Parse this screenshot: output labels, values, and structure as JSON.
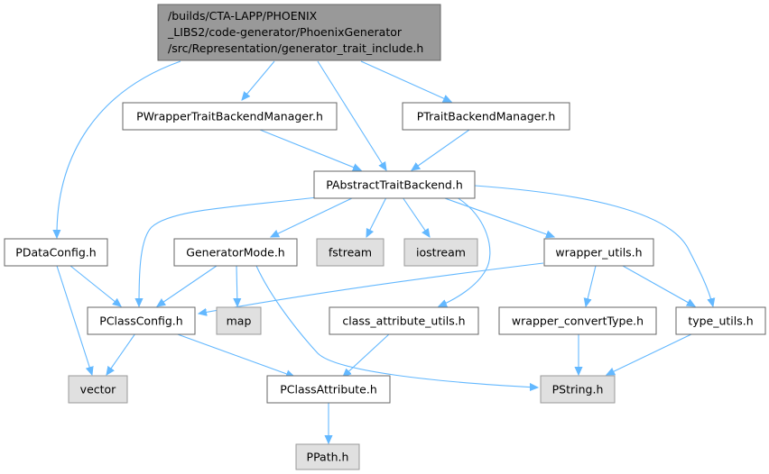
{
  "root": {
    "lines": [
      "/builds/CTA-LAPP/PHOENIX",
      "_LIBS2/code-generator/PhoenixGenerator",
      "/src/Representation/generator_trait_include.h"
    ]
  },
  "nodes": {
    "pwrapper_trait_backend_manager": "PWrapperTraitBackendManager.h",
    "ptrait_backend_manager": "PTraitBackendManager.h",
    "pabstract_trait_backend": "PAbstractTraitBackend.h",
    "pdata_config": "PDataConfig.h",
    "generator_mode": "GeneratorMode.h",
    "fstream": "fstream",
    "iostream": "iostream",
    "wrapper_utils": "wrapper_utils.h",
    "pclass_config": "PClassConfig.h",
    "map": "map",
    "class_attribute_utils": "class_attribute_utils.h",
    "wrapper_convert_type": "wrapper_convertType.h",
    "type_utils": "type_utils.h",
    "vector": "vector",
    "pclass_attribute": "PClassAttribute.h",
    "pstring": "PString.h",
    "ppath": "PPath.h"
  },
  "colors": {
    "edge": "#63b8ff",
    "root_fill": "#999999",
    "external_fill": "#e0e0e0",
    "node_fill": "#ffffff",
    "border": "#666666"
  }
}
